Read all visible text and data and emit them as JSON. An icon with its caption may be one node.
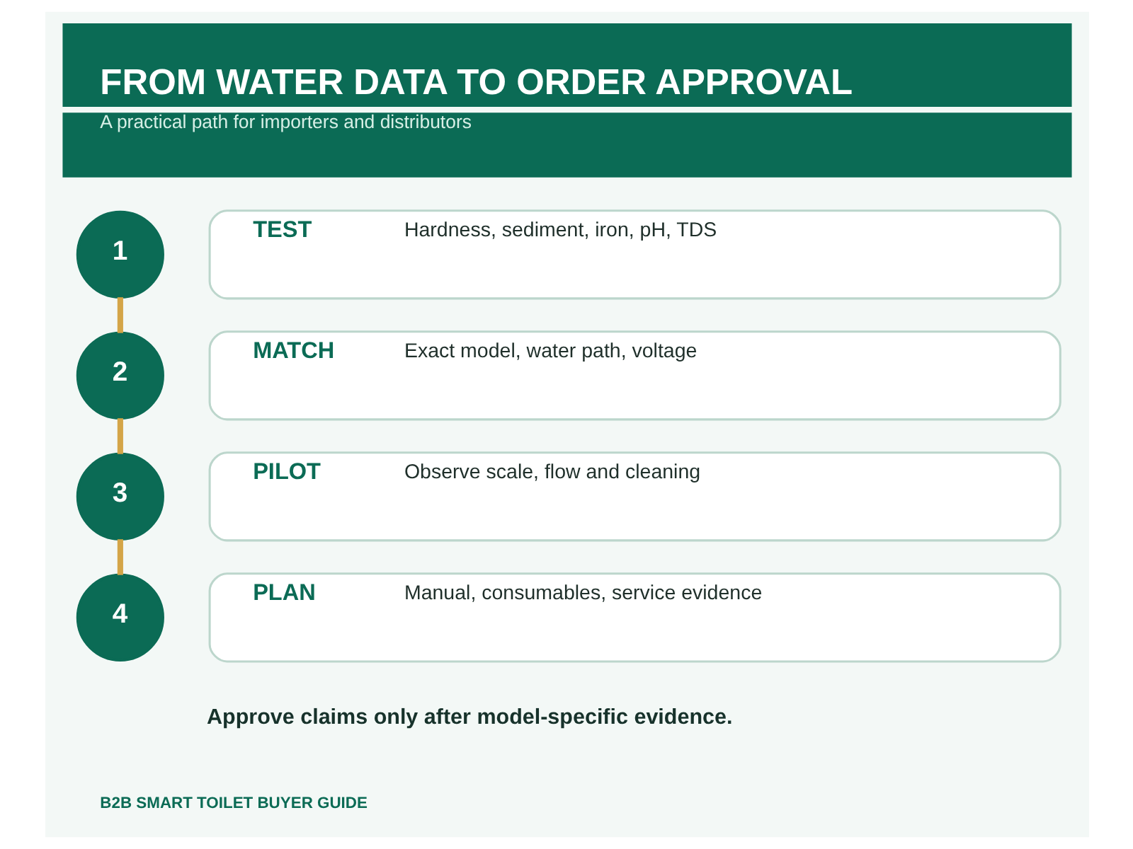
{
  "diagram": {
    "title": "FROM WATER DATA TO ORDER APPROVAL",
    "nodes": [
      {
        "text": [
          "1"
        ]
      },
      {
        "text": [
          "TEST",
          "Hardness, sediment, iron, pH, TDS"
        ]
      },
      {
        "text": [
          "2"
        ]
      },
      {
        "text": [
          "MATCH",
          "Exact model, water path, voltage"
        ]
      },
      {
        "text": [
          "3"
        ]
      },
      {
        "text": [
          "PILOT",
          "Observe scale, flow and cleaning"
        ]
      },
      {
        "text": [
          "4"
        ]
      },
      {
        "text": [
          "PLAN",
          "Manual, consumables, service evidence"
        ]
      }
    ],
    "edges": [
      {
        "from": 0,
        "to": 2,
        "arrow": "none"
      },
      {
        "from": 2,
        "to": 4,
        "arrow": "none"
      },
      {
        "from": 4,
        "to": 6,
        "arrow": "none"
      }
    ],
    "labels": [
      "A practical path for importers and distributors",
      "Approve claims only after model-specific evidence.",
      "B2B SMART TOILET BUYER GUIDE"
    ]
  }
}
